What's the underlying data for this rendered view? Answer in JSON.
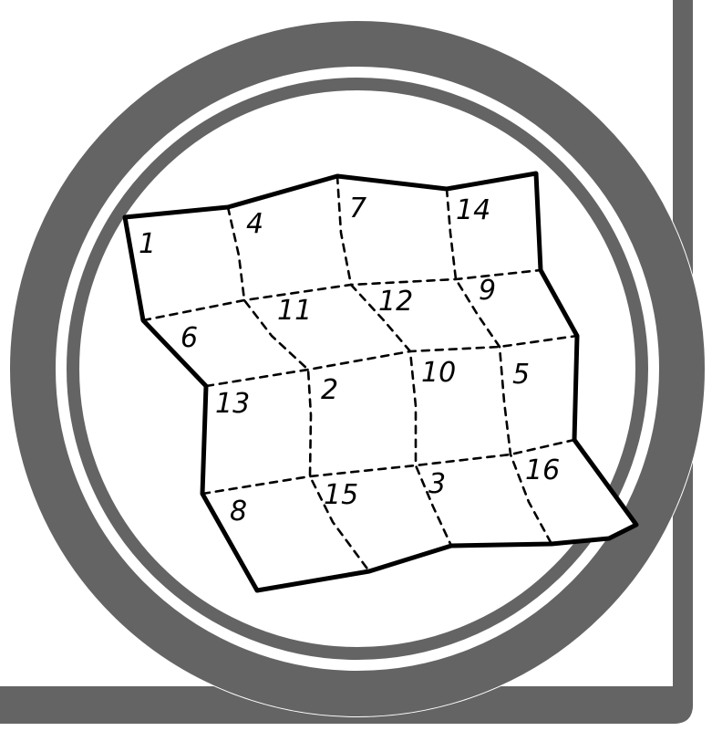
{
  "colors": {
    "background": "#ffffff",
    "frame": "#646464",
    "ink": "#000000"
  },
  "grid": {
    "rows": 4,
    "columns": 4,
    "cells": [
      {
        "row": 1,
        "col": 1,
        "label": "1"
      },
      {
        "row": 1,
        "col": 2,
        "label": "4"
      },
      {
        "row": 1,
        "col": 3,
        "label": "7"
      },
      {
        "row": 1,
        "col": 4,
        "label": "14"
      },
      {
        "row": 2,
        "col": 1,
        "label": "6"
      },
      {
        "row": 2,
        "col": 2,
        "label": "11"
      },
      {
        "row": 2,
        "col": 3,
        "label": "12"
      },
      {
        "row": 2,
        "col": 4,
        "label": "9"
      },
      {
        "row": 3,
        "col": 1,
        "label": "13"
      },
      {
        "row": 3,
        "col": 2,
        "label": "2"
      },
      {
        "row": 3,
        "col": 3,
        "label": "10"
      },
      {
        "row": 3,
        "col": 4,
        "label": "5"
      },
      {
        "row": 4,
        "col": 1,
        "label": "8"
      },
      {
        "row": 4,
        "col": 2,
        "label": "15"
      },
      {
        "row": 4,
        "col": 3,
        "label": "3"
      },
      {
        "row": 4,
        "col": 4,
        "label": "16"
      }
    ]
  }
}
